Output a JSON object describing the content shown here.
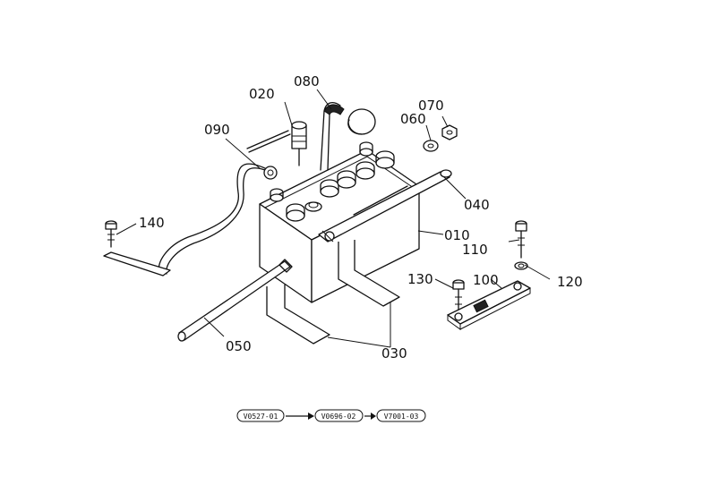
{
  "part_labels": {
    "p010": "010",
    "p020": "020",
    "p030": "030",
    "p040": "040",
    "p050": "050",
    "p060": "060",
    "p070": "070",
    "p080": "080",
    "p090": "090",
    "p100": "100",
    "p110": "110",
    "p120": "120",
    "p130": "130",
    "p140": "140"
  },
  "revisions": {
    "r1": "V0527-01",
    "r2": "V0696-02",
    "r3": "V7001-03"
  }
}
